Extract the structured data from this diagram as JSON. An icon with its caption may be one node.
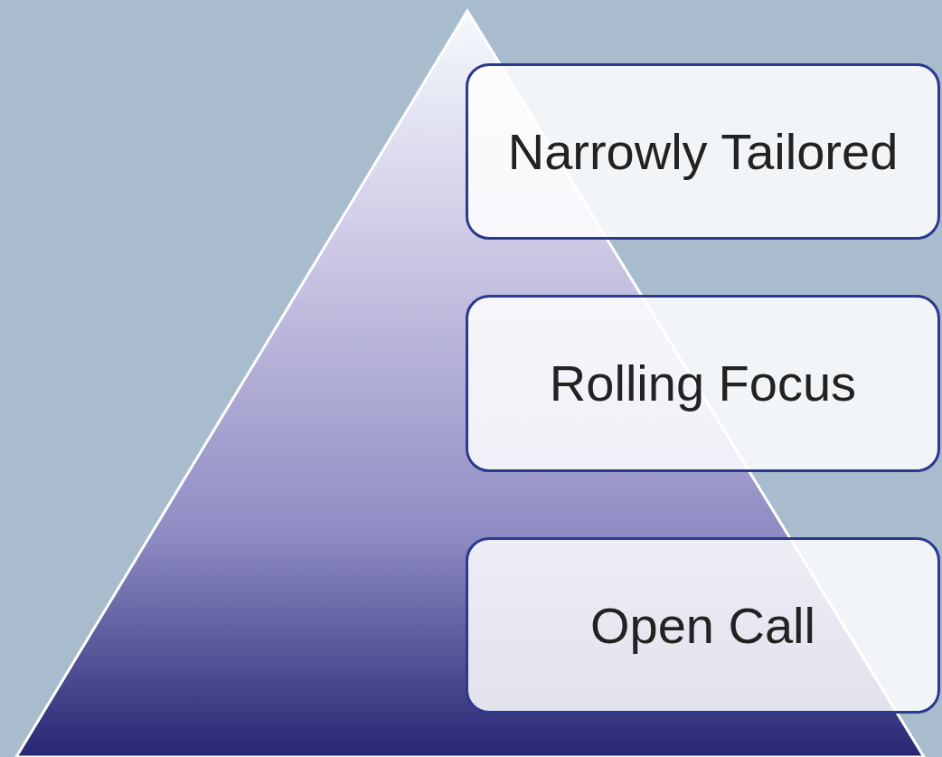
{
  "diagram": {
    "nodes": [
      {
        "text": [
          "Narrowly Tailored"
        ]
      },
      {
        "text": [
          "Rolling Focus"
        ]
      },
      {
        "text": [
          "Open Call"
        ]
      }
    ]
  }
}
